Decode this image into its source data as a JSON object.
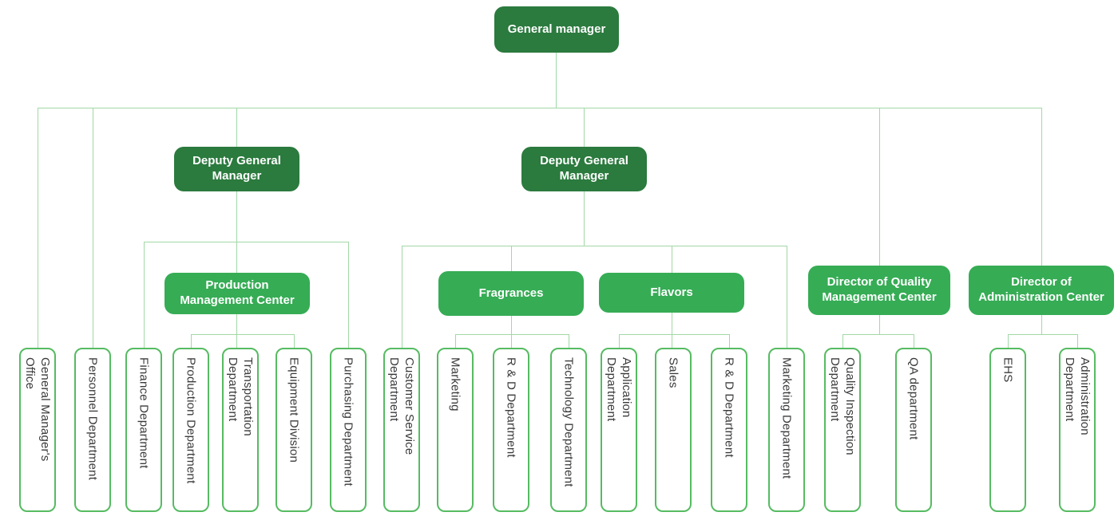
{
  "title": "Company organization chart",
  "palette": {
    "dark_green": "#2b7a3e",
    "green": "#36ac55",
    "leaf_border": "#56bb62",
    "connector_line": "#a2d8a6",
    "leaf_text": "#3a3a3a",
    "box_text": "#ffffff"
  },
  "nodes": {
    "gm": {
      "label": "General manager"
    },
    "deputy1": {
      "label": "Deputy General\nManager"
    },
    "deputy2": {
      "label": "Deputy General\nManager"
    },
    "pmc": {
      "label": "Production\nManagement Center"
    },
    "fragrances": {
      "label": "Fragrances"
    },
    "flavors": {
      "label": "Flavors"
    },
    "dqmc": {
      "label": "Director of Quality\nManagement Center"
    },
    "dac": {
      "label": "Director of\nAdministration Center"
    }
  },
  "leaves": [
    {
      "label": "General Manager's\nOffice"
    },
    {
      "label": "Personnel Department"
    },
    {
      "label": "Finance Department"
    },
    {
      "label": "Production Department"
    },
    {
      "label": "Transportation\nDepartment"
    },
    {
      "label": "Equipment Division"
    },
    {
      "label": "Purchasing Department"
    },
    {
      "label": "Customer Service\nDepartment"
    },
    {
      "label": "Marketing"
    },
    {
      "label": "R & D Department"
    },
    {
      "label": "Technology Department"
    },
    {
      "label": "Application\nDepartment"
    },
    {
      "label": "Sales"
    },
    {
      "label": "R & D Department"
    },
    {
      "label": "Marketing Department"
    },
    {
      "label": "Quality Inspection\nDepartment"
    },
    {
      "label": "QA department"
    },
    {
      "label": "EHS"
    },
    {
      "label": "Administration\nDepartment"
    }
  ]
}
